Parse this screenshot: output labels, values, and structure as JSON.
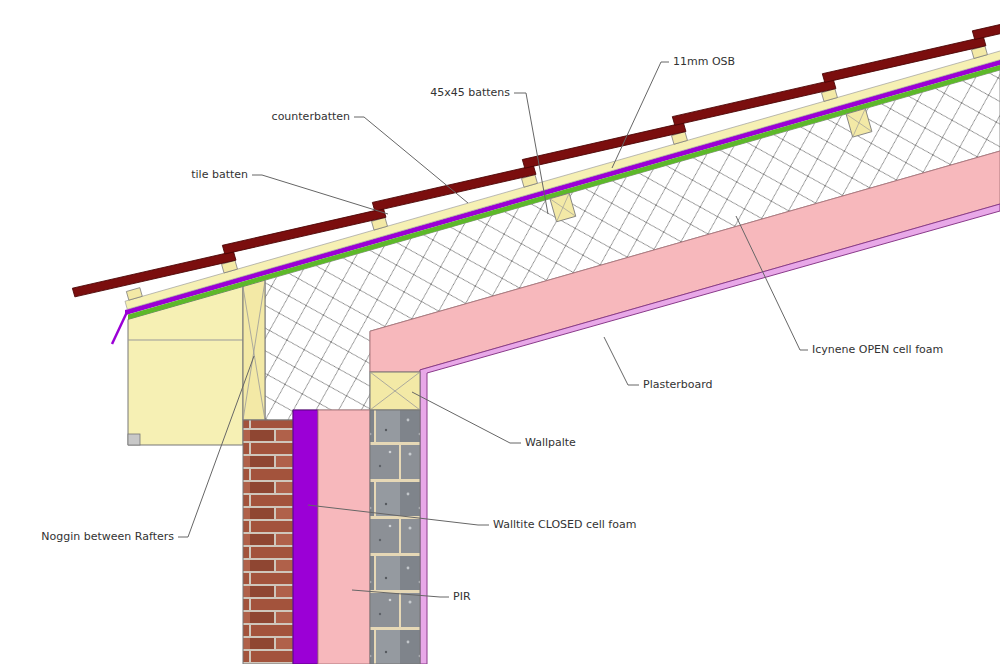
{
  "diagram": {
    "labels": [
      "11mm OSB",
      "45x45 battens",
      "counterbatten",
      "tile batten",
      "Icynene OPEN cell foam",
      "Plasterboard",
      "Wallpalte",
      "Noggin between Rafters",
      "Walltite CLOSED cell foam",
      "PIR"
    ]
  }
}
